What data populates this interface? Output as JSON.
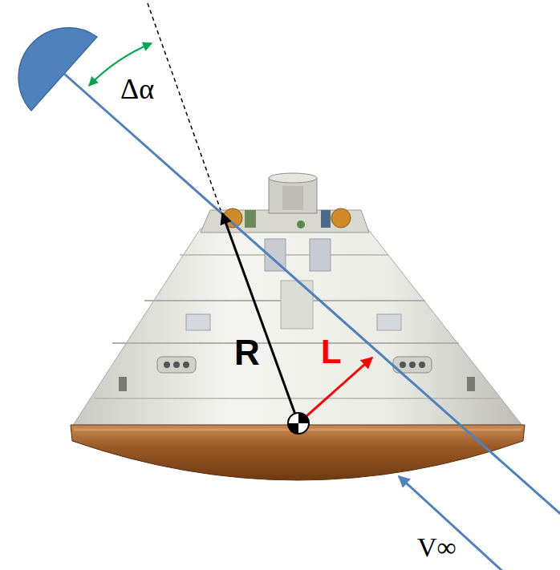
{
  "diagram": {
    "labels": [
      "Δα",
      "R",
      "L",
      "V∞"
    ]
  }
}
